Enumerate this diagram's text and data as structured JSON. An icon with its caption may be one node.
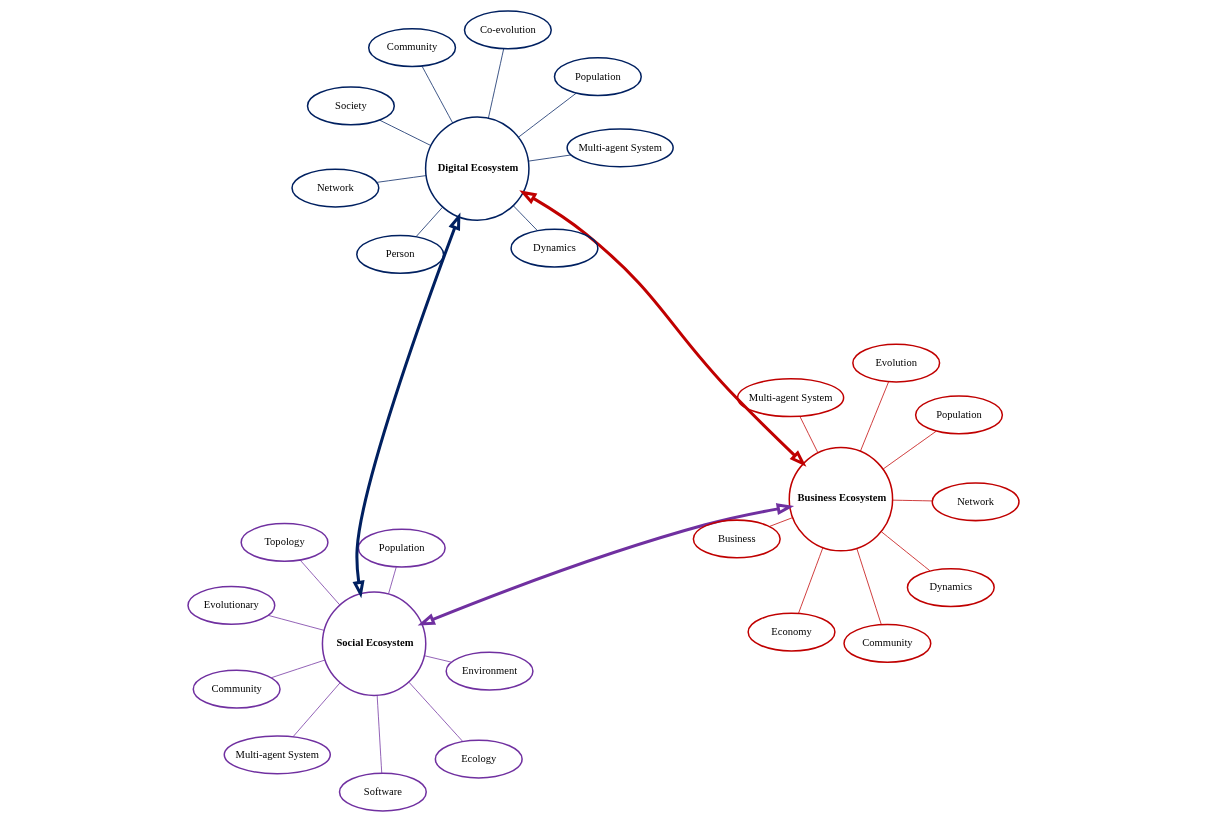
{
  "diagram": {
    "nodes": [
      {
        "text": [
          "Social Ecosystem"
        ]
      },
      {
        "text": [
          "Environment"
        ]
      },
      {
        "text": [
          "Software"
        ]
      },
      {
        "text": [
          "Topology"
        ]
      },
      {
        "text": [
          "Population"
        ]
      },
      {
        "text": [
          "Evolutionary"
        ]
      },
      {
        "text": [
          "Community"
        ]
      },
      {
        "text": [
          "Ecology"
        ]
      },
      {
        "text": [
          "Multi-agent System"
        ]
      },
      {
        "text": [
          "Business Ecosystem"
        ]
      },
      {
        "text": [
          "Economy"
        ]
      },
      {
        "text": [
          "Business"
        ]
      },
      {
        "text": [
          "Network"
        ]
      },
      {
        "text": [
          "Population"
        ]
      },
      {
        "text": [
          "Evolution"
        ]
      },
      {
        "text": [
          "Community"
        ]
      },
      {
        "text": [
          "Dynamics"
        ]
      },
      {
        "text": [
          "Multi-agent System"
        ]
      },
      {
        "text": [
          "Digital Ecosystem"
        ]
      },
      {
        "text": [
          "Society"
        ]
      },
      {
        "text": [
          "Person"
        ]
      },
      {
        "text": [
          "Network"
        ]
      },
      {
        "text": [
          "Population"
        ]
      },
      {
        "text": [
          "Co-evolution"
        ]
      },
      {
        "text": [
          "Community"
        ]
      },
      {
        "text": [
          "Dynamics"
        ]
      },
      {
        "text": [
          "Multi-agent System"
        ]
      }
    ],
    "edges": [
      {
        "from": 0,
        "to": 1,
        "arrow": "none",
        "color": "#7030a0"
      },
      {
        "from": 0,
        "to": 2,
        "arrow": "none",
        "color": "#7030a0"
      },
      {
        "from": 0,
        "to": 3,
        "arrow": "none",
        "color": "#7030a0"
      },
      {
        "from": 0,
        "to": 4,
        "arrow": "none",
        "color": "#7030a0"
      },
      {
        "from": 0,
        "to": 5,
        "arrow": "none",
        "color": "#7030a0"
      },
      {
        "from": 0,
        "to": 6,
        "arrow": "none",
        "color": "#7030a0"
      },
      {
        "from": 0,
        "to": 7,
        "arrow": "none",
        "color": "#7030a0"
      },
      {
        "from": 0,
        "to": 8,
        "arrow": "none",
        "color": "#7030a0"
      },
      {
        "from": 9,
        "to": 10,
        "arrow": "none",
        "color": "#c00000"
      },
      {
        "from": 9,
        "to": 11,
        "arrow": "none",
        "color": "#c00000"
      },
      {
        "from": 9,
        "to": 12,
        "arrow": "none",
        "color": "#c00000"
      },
      {
        "from": 9,
        "to": 13,
        "arrow": "none",
        "color": "#c00000"
      },
      {
        "from": 9,
        "to": 14,
        "arrow": "none",
        "color": "#c00000"
      },
      {
        "from": 9,
        "to": 15,
        "arrow": "none",
        "color": "#c00000"
      },
      {
        "from": 9,
        "to": 16,
        "arrow": "none",
        "color": "#c00000"
      },
      {
        "from": 9,
        "to": 17,
        "arrow": "none",
        "color": "#c00000"
      },
      {
        "from": 18,
        "to": 19,
        "arrow": "none",
        "color": "#002060"
      },
      {
        "from": 18,
        "to": 20,
        "arrow": "none",
        "color": "#002060"
      },
      {
        "from": 18,
        "to": 21,
        "arrow": "none",
        "color": "#002060"
      },
      {
        "from": 18,
        "to": 22,
        "arrow": "none",
        "color": "#002060"
      },
      {
        "from": 18,
        "to": 23,
        "arrow": "none",
        "color": "#002060"
      },
      {
        "from": 18,
        "to": 24,
        "arrow": "none",
        "color": "#002060"
      },
      {
        "from": 18,
        "to": 25,
        "arrow": "none",
        "color": "#002060"
      },
      {
        "from": 18,
        "to": 26,
        "arrow": "none",
        "color": "#002060"
      },
      {
        "from": 0,
        "to": 9,
        "arrow": "both",
        "style": "thick",
        "color": "#7030a0"
      },
      {
        "from": 0,
        "to": 18,
        "arrow": "both",
        "style": "thick",
        "color": "#002060"
      },
      {
        "from": 9,
        "to": 18,
        "arrow": "both",
        "style": "thick",
        "color": "#c00000"
      }
    ]
  }
}
